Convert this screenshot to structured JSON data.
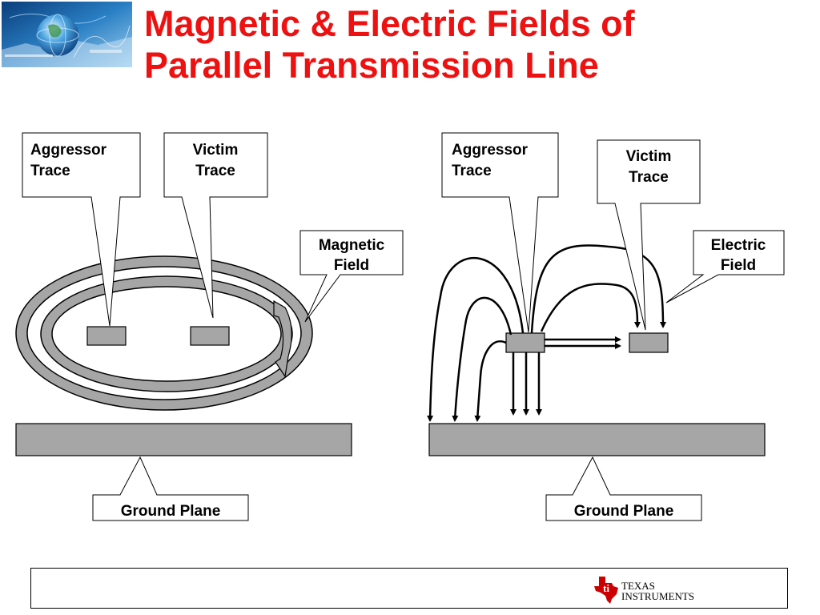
{
  "title": {
    "line1": "Magnetic & Electric Fields of",
    "line2": "Parallel Transmission Line"
  },
  "colors": {
    "title": "#ee1111",
    "trace_fill": "#a6a6a6",
    "ring_fill": "#a6a6a6",
    "ti_red": "#cc0000"
  },
  "left_diagram": {
    "callout_aggressor": {
      "line1": "Aggressor",
      "line2": "Trace"
    },
    "callout_victim": {
      "line1": "Victim",
      "line2": "Trace"
    },
    "callout_field": {
      "line1": "Magnetic",
      "line2": "Field"
    },
    "ground_label": "Ground Plane"
  },
  "right_diagram": {
    "callout_aggressor": {
      "line1": "Aggressor",
      "line2": "Trace"
    },
    "callout_victim": {
      "line1": "Victim",
      "line2": "Trace"
    },
    "callout_field": {
      "line1": "Electric",
      "line2": "Field"
    },
    "ground_label": "Ground Plane"
  },
  "footer": {
    "logo_line1": "TEXAS",
    "logo_line2": "INSTRUMENTS"
  }
}
